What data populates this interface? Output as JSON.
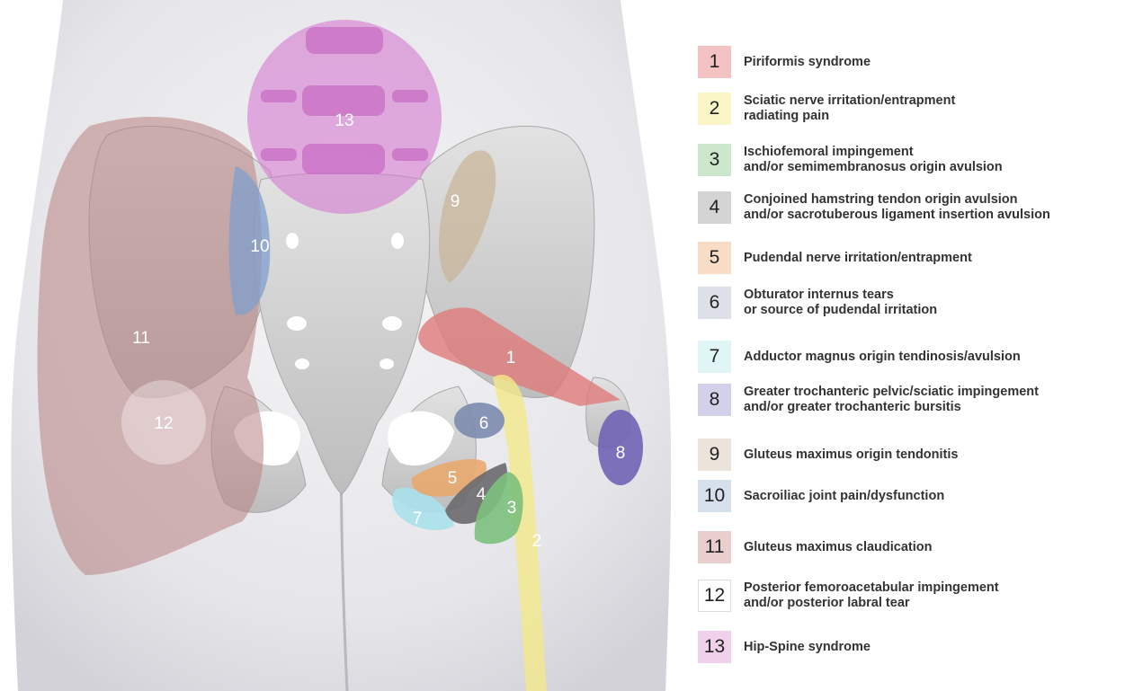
{
  "legend": [
    {
      "num": "1",
      "text": "Piriformis syndrome",
      "color": "#f3c2c2"
    },
    {
      "num": "2",
      "text": "Sciatic nerve irritation/entrapment\nradiating pain",
      "color": "#fbf6c6"
    },
    {
      "num": "3",
      "text": "Ischiofemoral impingement\nand/or semimembranosus origin avulsion",
      "color": "#cbe6cb"
    },
    {
      "num": "4",
      "text": "Conjoined hamstring tendon origin avulsion\nand/or sacrotuberous ligament insertion avulsion",
      "color": "#d4d4d4"
    },
    {
      "num": "5",
      "text": "Pudendal nerve irritation/entrapment",
      "color": "#f8dcc6"
    },
    {
      "num": "6",
      "text": "Obturator internus tears\nor source of pudendal irritation",
      "color": "#dde0e8"
    },
    {
      "num": "7",
      "text": "Adductor magnus origin tendinosis/avulsion",
      "color": "#dff5f6"
    },
    {
      "num": "8",
      "text": "Greater trochanteric pelvic/sciatic impingement\nand/or greater trochanteric bursitis",
      "color": "#d3d1ea"
    },
    {
      "num": "9",
      "text": "Gluteus maximus origin tendonitis",
      "color": "#ece4da"
    },
    {
      "num": "10",
      "text": "Sacroiliac joint pain/dysfunction",
      "color": "#d6e0ec"
    },
    {
      "num": "11",
      "text": "Gluteus maximus claudication",
      "color": "#e9cece"
    },
    {
      "num": "12",
      "text": "Posterior femoroacetabular impingement\nand/or posterior labral tear",
      "color": "#ffffff"
    },
    {
      "num": "13",
      "text": "Hip-Spine syndrome",
      "color": "#f0d1ec"
    }
  ],
  "regions": {
    "r1": "1",
    "r2": "2",
    "r3": "3",
    "r4": "4",
    "r5": "5",
    "r6": "6",
    "r7": "7",
    "r8": "8",
    "r9": "9",
    "r10": "10",
    "r11": "11",
    "r12": "12",
    "r13": "13"
  },
  "region_colors": {
    "r1": "#e07a7a",
    "r2": "#f2ea8a",
    "r3": "#7cc07c",
    "r4": "#6a6a6e",
    "r5": "#e9a96f",
    "r6": "#7d8bae",
    "r7": "#a9e1ea",
    "r8": "#6f63b4",
    "r9": "#c9b497",
    "r10": "#7f9fce",
    "r11": "#b98282",
    "r12": "#ffffff",
    "r13": "#d57ad1"
  }
}
